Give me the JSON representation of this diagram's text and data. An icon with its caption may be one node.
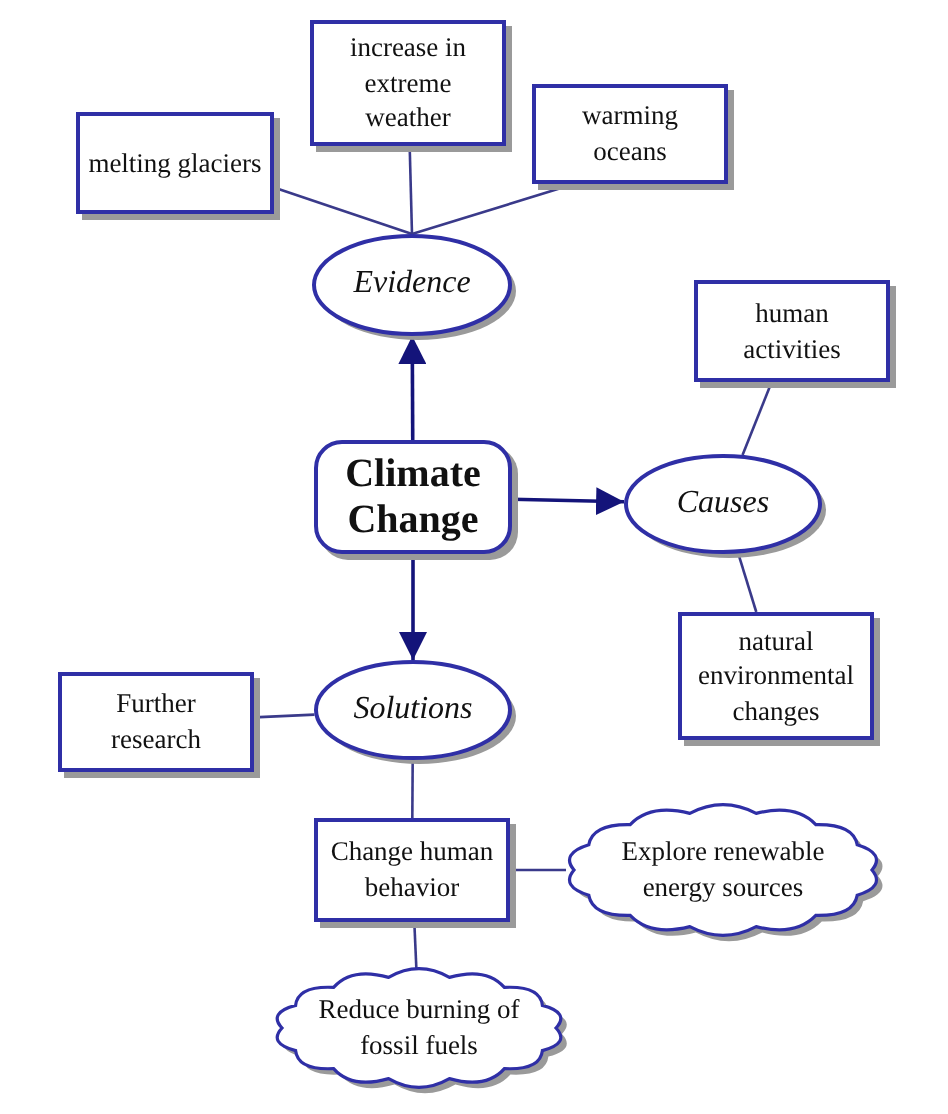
{
  "diagram": {
    "nodes": [
      {
        "text": [
          "increase in extreme weather"
        ]
      },
      {
        "text": [
          "melting glaciers"
        ]
      },
      {
        "text": [
          "warming oceans"
        ]
      },
      {
        "text": [
          "Evidence"
        ]
      },
      {
        "text": [
          "human activities"
        ]
      },
      {
        "text": [
          "Climate Change"
        ]
      },
      {
        "text": [
          "Causes"
        ]
      },
      {
        "text": [
          "natural environmental changes"
        ]
      },
      {
        "text": [
          "Further research"
        ]
      },
      {
        "text": [
          "Solutions"
        ]
      },
      {
        "text": [
          "Change human behavior"
        ]
      },
      {
        "text": [
          "Explore renewable energy sources"
        ]
      },
      {
        "text": [
          "Reduce burning of fossil fuels"
        ]
      }
    ],
    "edges": [
      {
        "from": 5,
        "to": 3,
        "arrow": "to"
      },
      {
        "from": 5,
        "to": 6,
        "arrow": "to"
      },
      {
        "from": 5,
        "to": 9,
        "arrow": "to"
      },
      {
        "from": 3,
        "to": 1,
        "arrow": "none"
      },
      {
        "from": 3,
        "to": 0,
        "arrow": "none"
      },
      {
        "from": 3,
        "to": 2,
        "arrow": "none"
      },
      {
        "from": 6,
        "to": 4,
        "arrow": "none"
      },
      {
        "from": 6,
        "to": 7,
        "arrow": "none"
      },
      {
        "from": 9,
        "to": 8,
        "arrow": "none"
      },
      {
        "from": 9,
        "to": 10,
        "arrow": "none"
      },
      {
        "from": 10,
        "to": 11,
        "arrow": "none"
      },
      {
        "from": 10,
        "to": 12,
        "arrow": "none"
      }
    ]
  }
}
